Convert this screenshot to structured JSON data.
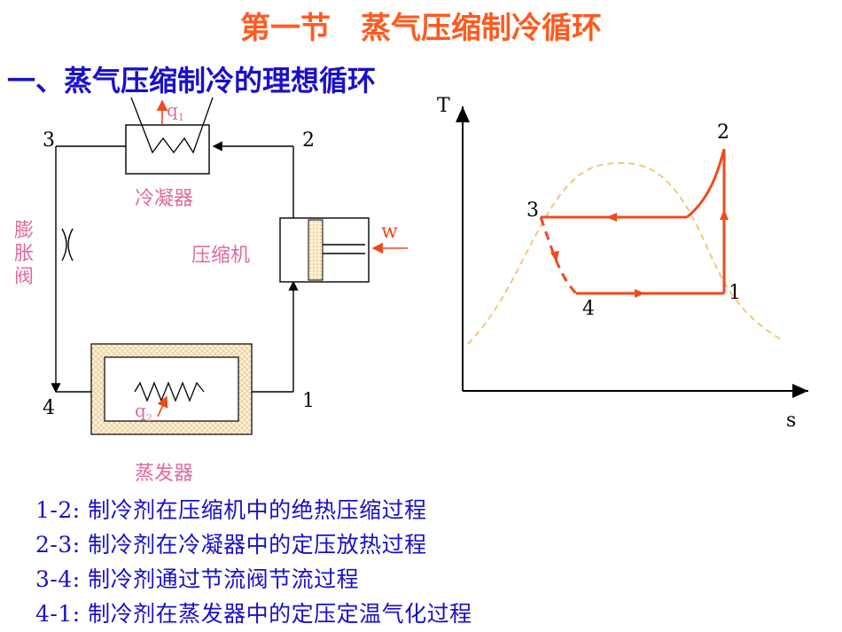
{
  "title": "第一节　蒸气压缩制冷循环",
  "subtitle": "一、蒸气压缩制冷的理想循环",
  "schematic": {
    "node_labels": [
      "1",
      "2",
      "3",
      "4"
    ],
    "q1": "q",
    "q1_sub": "1",
    "q2": "q",
    "q2_sub": "2",
    "w": "w",
    "condenser": "冷凝器",
    "compressor": "压缩机",
    "expansion_valve": [
      "膨",
      "胀",
      "阀"
    ],
    "evaporator": "蒸发器"
  },
  "ts_diagram": {
    "axis_t": "T",
    "axis_s": "s",
    "point_labels": [
      "1",
      "2",
      "3",
      "4"
    ]
  },
  "processes": [
    "1-2:  制冷剂在压缩机中的绝热压缩过程",
    "2-3:  制冷剂在冷凝器中的定压放热过程",
    "3-4:  制冷剂通过节流阀节流过程",
    "4-1:  制冷剂在蒸发器中的定压定温气化过程"
  ],
  "colors": {
    "title": "#ff5a1f",
    "subtitle": "#1a10c8",
    "cycle": "#ee4a1c",
    "label": "#e06aa0",
    "dome": "#f0c878"
  }
}
